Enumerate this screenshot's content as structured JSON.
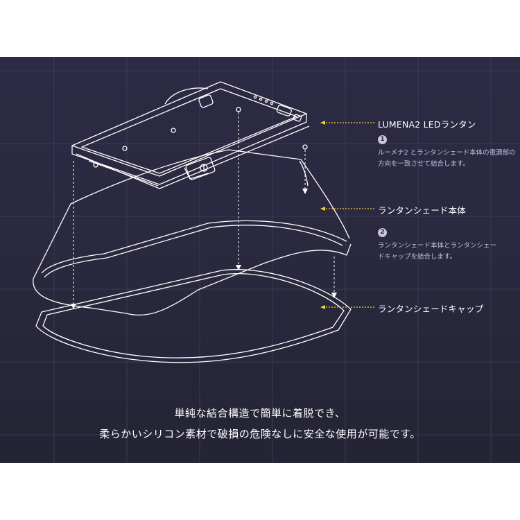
{
  "callouts": {
    "lantern": "LUMENA2 LEDランタン",
    "shade_body": "ランタンシェード本体",
    "shade_cap": "ランタンシェードキャップ"
  },
  "steps": [
    {
      "number": "1",
      "text": "ルーメナ2 とランタンシェード本体の電源部の方向を一致させて結合します。"
    },
    {
      "number": "2",
      "text": "ランタンシェード本体とランタンシェードキャップを結合します。"
    }
  ],
  "caption": {
    "line1": "単純な結合構造で簡単に着脱でき、",
    "line2": "柔らかいシリコン素材で破損の危険なしに安全な使用が可能です。"
  },
  "colors": {
    "background": "#2a2940",
    "leader_line": "#f2d23a",
    "outline": "#ffffff",
    "step_text": "#c2bedc"
  }
}
